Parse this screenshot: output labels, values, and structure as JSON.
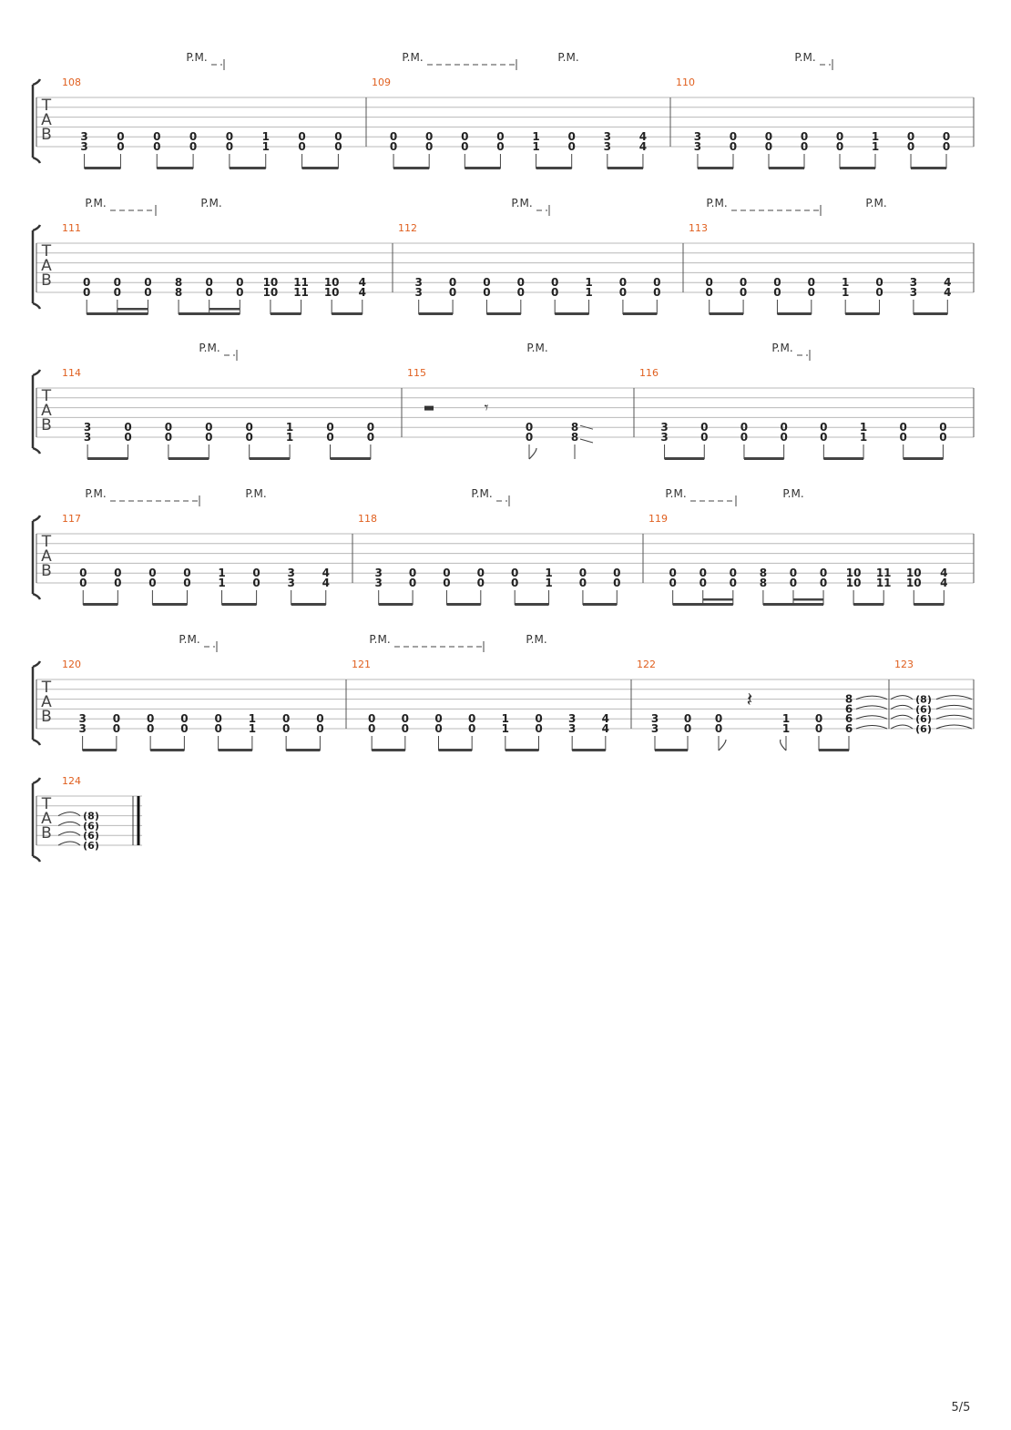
{
  "page": {
    "number": "5/5"
  },
  "tab_clef": [
    "T",
    "A",
    "B"
  ],
  "systems": [
    {
      "pm": [
        {
          "label": "P.M.",
          "dashes": 1
        },
        {
          "label": "P.M.",
          "dashes": 8
        },
        {
          "label": "P.M.",
          "dashes": 0
        },
        {
          "label": "P.M.",
          "dashes": 1
        }
      ],
      "measures": [
        {
          "number": "108",
          "notes": [
            [
              "3",
              "3"
            ],
            [
              "0",
              "0"
            ],
            [
              "0",
              "0"
            ],
            [
              "0",
              "0"
            ],
            [
              "0",
              "0"
            ],
            [
              "1",
              "1"
            ],
            [
              "0",
              "0"
            ],
            [
              "0",
              "0"
            ]
          ],
          "beams": [
            [
              0,
              1
            ],
            [
              2,
              3
            ],
            [
              4,
              5
            ],
            [
              6,
              7
            ]
          ]
        },
        {
          "number": "109",
          "notes": [
            [
              "0",
              "0"
            ],
            [
              "0",
              "0"
            ],
            [
              "0",
              "0"
            ],
            [
              "0",
              "0"
            ],
            [
              "1",
              "1"
            ],
            [
              "0",
              "0"
            ],
            [
              "3",
              "3"
            ],
            [
              "4",
              "4"
            ]
          ],
          "beams": [
            [
              0,
              1
            ],
            [
              2,
              3
            ],
            [
              4,
              5
            ],
            [
              6,
              7
            ]
          ]
        },
        {
          "number": "110",
          "notes": [
            [
              "3",
              "3"
            ],
            [
              "0",
              "0"
            ],
            [
              "0",
              "0"
            ],
            [
              "0",
              "0"
            ],
            [
              "0",
              "0"
            ],
            [
              "1",
              "1"
            ],
            [
              "0",
              "0"
            ],
            [
              "0",
              "0"
            ]
          ],
          "beams": [
            [
              0,
              1
            ],
            [
              2,
              3
            ],
            [
              4,
              5
            ],
            [
              6,
              7
            ]
          ]
        }
      ]
    },
    {
      "pm": [
        {
          "label": "P.M.",
          "dashes": 4
        },
        {
          "label": "P.M.",
          "dashes": 0
        },
        {
          "label": "P.M.",
          "dashes": 1
        },
        {
          "label": "P.M.",
          "dashes": 8
        },
        {
          "label": "P.M.",
          "dashes": 0
        }
      ],
      "measures": [
        {
          "number": "111",
          "notes": [
            [
              "0",
              "0"
            ],
            [
              "0",
              "0"
            ],
            [
              "0",
              "0"
            ],
            [
              "8",
              "8"
            ],
            [
              "0",
              "0"
            ],
            [
              "0",
              "0"
            ],
            [
              "10",
              "10"
            ],
            [
              "11",
              "11"
            ],
            [
              "10",
              "10"
            ],
            [
              "4",
              "4"
            ]
          ],
          "beams": [
            [
              0,
              2
            ],
            [
              3,
              5
            ],
            [
              6,
              7
            ],
            [
              8,
              9
            ]
          ],
          "sixteenth": [
            [
              1,
              2
            ],
            [
              4,
              5
            ]
          ]
        },
        {
          "number": "112",
          "notes": [
            [
              "3",
              "3"
            ],
            [
              "0",
              "0"
            ],
            [
              "0",
              "0"
            ],
            [
              "0",
              "0"
            ],
            [
              "0",
              "0"
            ],
            [
              "1",
              "1"
            ],
            [
              "0",
              "0"
            ],
            [
              "0",
              "0"
            ]
          ],
          "beams": [
            [
              0,
              1
            ],
            [
              2,
              3
            ],
            [
              4,
              5
            ],
            [
              6,
              7
            ]
          ]
        },
        {
          "number": "113",
          "notes": [
            [
              "0",
              "0"
            ],
            [
              "0",
              "0"
            ],
            [
              "0",
              "0"
            ],
            [
              "0",
              "0"
            ],
            [
              "1",
              "1"
            ],
            [
              "0",
              "0"
            ],
            [
              "3",
              "3"
            ],
            [
              "4",
              "4"
            ]
          ],
          "beams": [
            [
              0,
              1
            ],
            [
              2,
              3
            ],
            [
              4,
              5
            ],
            [
              6,
              7
            ]
          ]
        }
      ]
    },
    {
      "pm": [
        {
          "label": "P.M.",
          "dashes": 1
        },
        {
          "label": "P.M.",
          "dashes": 0
        },
        {
          "label": "P.M.",
          "dashes": 1
        }
      ],
      "measures": [
        {
          "number": "114",
          "notes": [
            [
              "3",
              "3"
            ],
            [
              "0",
              "0"
            ],
            [
              "0",
              "0"
            ],
            [
              "0",
              "0"
            ],
            [
              "0",
              "0"
            ],
            [
              "1",
              "1"
            ],
            [
              "0",
              "0"
            ],
            [
              "0",
              "0"
            ]
          ],
          "beams": [
            [
              0,
              1
            ],
            [
              2,
              3
            ],
            [
              4,
              5
            ],
            [
              6,
              7
            ]
          ]
        },
        {
          "number": "115",
          "rests": [
            "half",
            "eighth"
          ],
          "notes": [
            [
              "0",
              "0"
            ],
            [
              "8",
              "8"
            ]
          ]
        },
        {
          "number": "116",
          "notes": [
            [
              "3",
              "3"
            ],
            [
              "0",
              "0"
            ],
            [
              "0",
              "0"
            ],
            [
              "0",
              "0"
            ],
            [
              "0",
              "0"
            ],
            [
              "1",
              "1"
            ],
            [
              "0",
              "0"
            ],
            [
              "0",
              "0"
            ]
          ],
          "beams": [
            [
              0,
              1
            ],
            [
              2,
              3
            ],
            [
              4,
              5
            ],
            [
              6,
              7
            ]
          ]
        }
      ]
    },
    {
      "pm": [
        {
          "label": "P.M.",
          "dashes": 8
        },
        {
          "label": "P.M.",
          "dashes": 0
        },
        {
          "label": "P.M.",
          "dashes": 1
        },
        {
          "label": "P.M.",
          "dashes": 4
        },
        {
          "label": "P.M.",
          "dashes": 0
        }
      ],
      "measures": [
        {
          "number": "117",
          "notes": [
            [
              "0",
              "0"
            ],
            [
              "0",
              "0"
            ],
            [
              "0",
              "0"
            ],
            [
              "0",
              "0"
            ],
            [
              "1",
              "1"
            ],
            [
              "0",
              "0"
            ],
            [
              "3",
              "3"
            ],
            [
              "4",
              "4"
            ]
          ],
          "beams": [
            [
              0,
              1
            ],
            [
              2,
              3
            ],
            [
              4,
              5
            ],
            [
              6,
              7
            ]
          ]
        },
        {
          "number": "118",
          "notes": [
            [
              "3",
              "3"
            ],
            [
              "0",
              "0"
            ],
            [
              "0",
              "0"
            ],
            [
              "0",
              "0"
            ],
            [
              "0",
              "0"
            ],
            [
              "1",
              "1"
            ],
            [
              "0",
              "0"
            ],
            [
              "0",
              "0"
            ]
          ],
          "beams": [
            [
              0,
              1
            ],
            [
              2,
              3
            ],
            [
              4,
              5
            ],
            [
              6,
              7
            ]
          ]
        },
        {
          "number": "119",
          "notes": [
            [
              "0",
              "0"
            ],
            [
              "0",
              "0"
            ],
            [
              "0",
              "0"
            ],
            [
              "8",
              "8"
            ],
            [
              "0",
              "0"
            ],
            [
              "0",
              "0"
            ],
            [
              "10",
              "10"
            ],
            [
              "11",
              "11"
            ],
            [
              "10",
              "10"
            ],
            [
              "4",
              "4"
            ]
          ],
          "beams": [
            [
              0,
              2
            ],
            [
              3,
              5
            ],
            [
              6,
              7
            ],
            [
              8,
              9
            ]
          ],
          "sixteenth": [
            [
              1,
              2
            ],
            [
              4,
              5
            ]
          ]
        }
      ]
    },
    {
      "pm": [
        {
          "label": "P.M.",
          "dashes": 1
        },
        {
          "label": "P.M.",
          "dashes": 8
        },
        {
          "label": "P.M.",
          "dashes": 0
        }
      ],
      "measures": [
        {
          "number": "120",
          "notes": [
            [
              "3",
              "3"
            ],
            [
              "0",
              "0"
            ],
            [
              "0",
              "0"
            ],
            [
              "0",
              "0"
            ],
            [
              "0",
              "0"
            ],
            [
              "1",
              "1"
            ],
            [
              "0",
              "0"
            ],
            [
              "0",
              "0"
            ]
          ],
          "beams": [
            [
              0,
              1
            ],
            [
              2,
              3
            ],
            [
              4,
              5
            ],
            [
              6,
              7
            ]
          ]
        },
        {
          "number": "121",
          "notes": [
            [
              "0",
              "0"
            ],
            [
              "0",
              "0"
            ],
            [
              "0",
              "0"
            ],
            [
              "0",
              "0"
            ],
            [
              "1",
              "1"
            ],
            [
              "0",
              "0"
            ],
            [
              "3",
              "3"
            ],
            [
              "4",
              "4"
            ]
          ],
          "beams": [
            [
              0,
              1
            ],
            [
              2,
              3
            ],
            [
              4,
              5
            ],
            [
              6,
              7
            ]
          ]
        },
        {
          "number": "122",
          "notes": [
            [
              "3",
              "3"
            ],
            [
              "0",
              "0"
            ],
            [
              "0",
              "0"
            ],
            [
              "1",
              "1"
            ],
            [
              "0",
              "0"
            ],
            [
              "6",
              "6"
            ]
          ],
          "chord": [
            "8",
            "6",
            "6",
            "6"
          ]
        },
        {
          "number": "123",
          "tied_chord": [
            "(8)",
            "(6)",
            "(6)",
            "(6)"
          ]
        }
      ]
    },
    {
      "pm": [],
      "measures": [
        {
          "number": "124",
          "tied_chord": [
            "(8)",
            "(6)",
            "(6)",
            "(6)"
          ],
          "final": true
        }
      ]
    }
  ]
}
